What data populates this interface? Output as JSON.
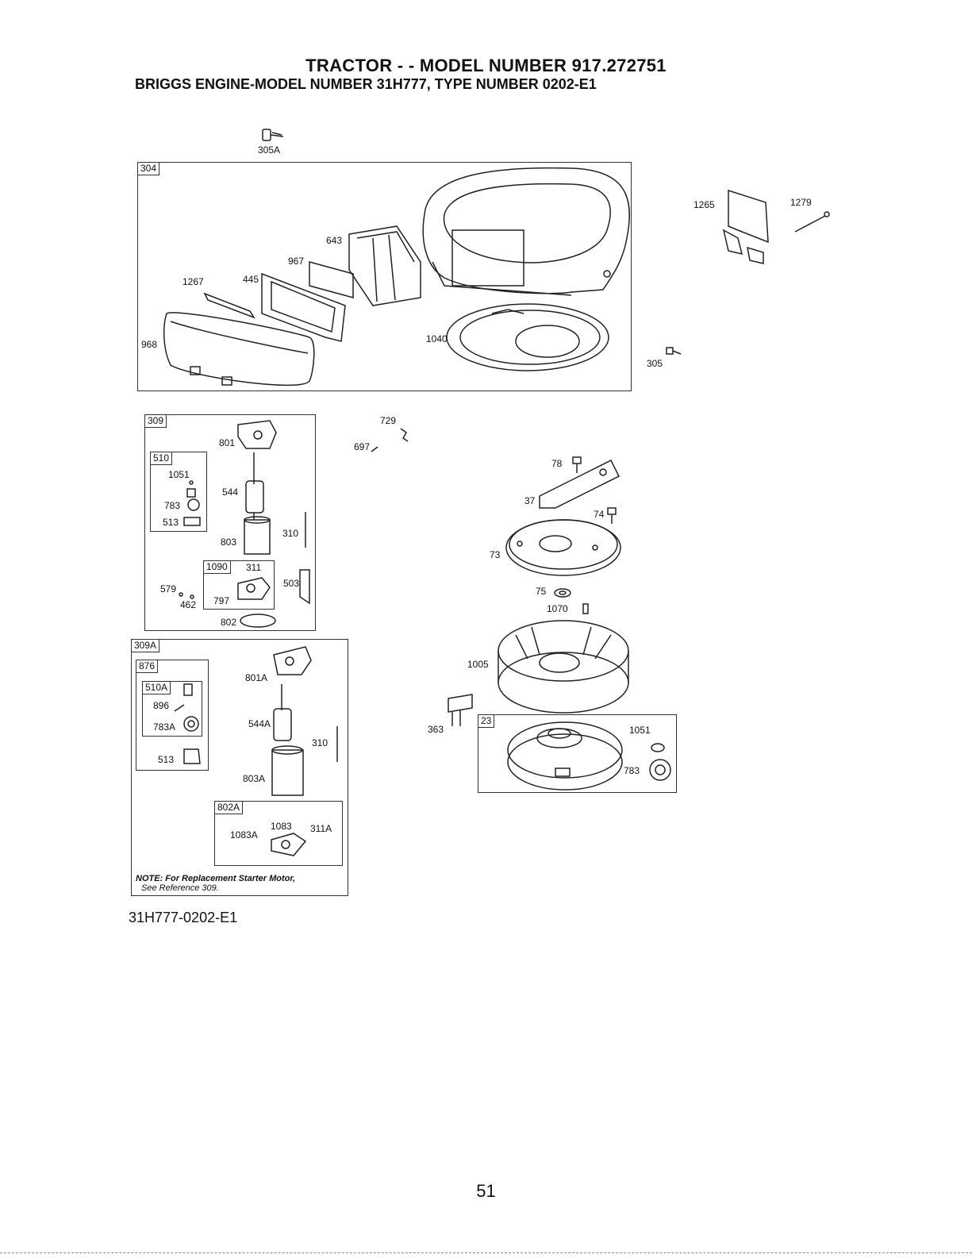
{
  "header": {
    "title": "TRACTOR - - MODEL NUMBER  917.272751",
    "subtitle": "BRIGGS ENGINE-MODEL NUMBER 31H777, TYPE NUMBER 0202-E1"
  },
  "boxes": {
    "b304": "304",
    "b309": "309",
    "b510": "510",
    "b1090": "1090",
    "b309A": "309A",
    "b876": "876",
    "b510A": "510A",
    "b802A": "802A",
    "b23": "23"
  },
  "labels": {
    "l305A": "305A",
    "l1265": "1265",
    "l1279": "1279",
    "l643": "643",
    "l967": "967",
    "l1267": "1267",
    "l445": "445",
    "l968": "968",
    "l1040": "1040",
    "l305": "305",
    "l801": "801",
    "l1051a": "1051",
    "l544": "544",
    "l783a": "783",
    "l513a": "513",
    "l803": "803",
    "l310a": "310",
    "l311": "311",
    "l503": "503",
    "l579": "579",
    "l462": "462",
    "l797": "797",
    "l802": "802",
    "l729": "729",
    "l697": "697",
    "l78": "78",
    "l37": "37",
    "l74": "74",
    "l73": "73",
    "l75": "75",
    "l1070": "1070",
    "l1005": "1005",
    "l363": "363",
    "l1051b": "1051",
    "l783b": "783",
    "l801A": "801A",
    "l896": "896",
    "l783A": "783A",
    "l544A": "544A",
    "l310b": "310",
    "l513b": "513",
    "l803A": "803A",
    "l1083": "1083",
    "l1083A": "1083A",
    "l311A": "311A"
  },
  "note": {
    "line1": "NOTE: For Replacement Starter Motor,",
    "line2": "See Reference 309."
  },
  "footer": {
    "code": "31H777-0202-E1",
    "page_number": "51"
  }
}
